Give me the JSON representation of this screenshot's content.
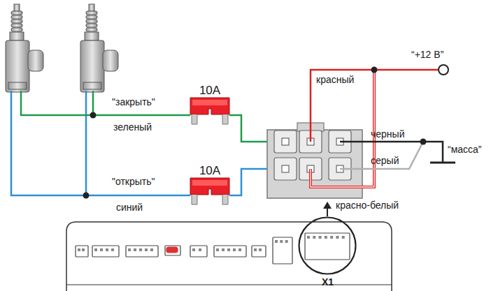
{
  "diagram": {
    "nodes": [
      {
        "text": [
          "10A"
        ]
      },
      {
        "text": [
          "10A"
        ]
      },
      {
        "text": [
          "“+12 В”"
        ]
      },
      {
        "text": [
          "“масса”"
        ]
      },
      {
        "text": [
          "X1"
        ]
      }
    ],
    "labels": [
      "\"закрыть\"",
      "зеленый",
      "\"открыть\"",
      "синий",
      "красный",
      "черный",
      "серый",
      "красно-белый"
    ]
  }
}
